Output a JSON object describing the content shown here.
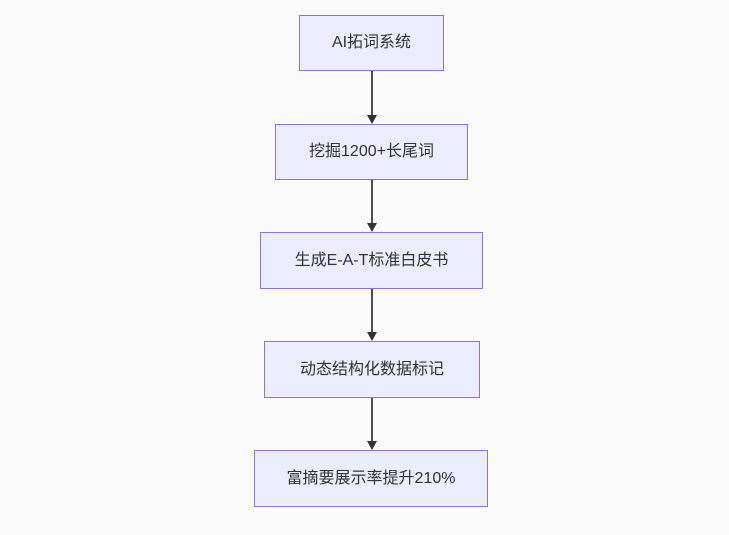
{
  "diagram": {
    "type": "flowchart",
    "direction": "top-down",
    "nodes": [
      {
        "id": "step-1",
        "label": "AI拓词系统"
      },
      {
        "id": "step-2",
        "label": "挖掘1200+长尾词"
      },
      {
        "id": "step-3",
        "label": "生成E-A-T标准白皮书"
      },
      {
        "id": "step-4",
        "label": "动态结构化数据标记"
      },
      {
        "id": "step-5",
        "label": "富摘要展示率提升210%"
      }
    ],
    "edges": [
      {
        "from": "step-1",
        "to": "step-2",
        "arrow": "down"
      },
      {
        "from": "step-2",
        "to": "step-3",
        "arrow": "down"
      },
      {
        "from": "step-3",
        "to": "step-4",
        "arrow": "down"
      },
      {
        "from": "step-4",
        "to": "step-5",
        "arrow": "down"
      }
    ],
    "colors": {
      "background": "#FAFAFA",
      "node_fill": "#ECECFF",
      "node_border": "#9370DB",
      "text": "#333333",
      "edge_line": "#4D4D4D",
      "edge_head": "#333333"
    }
  }
}
